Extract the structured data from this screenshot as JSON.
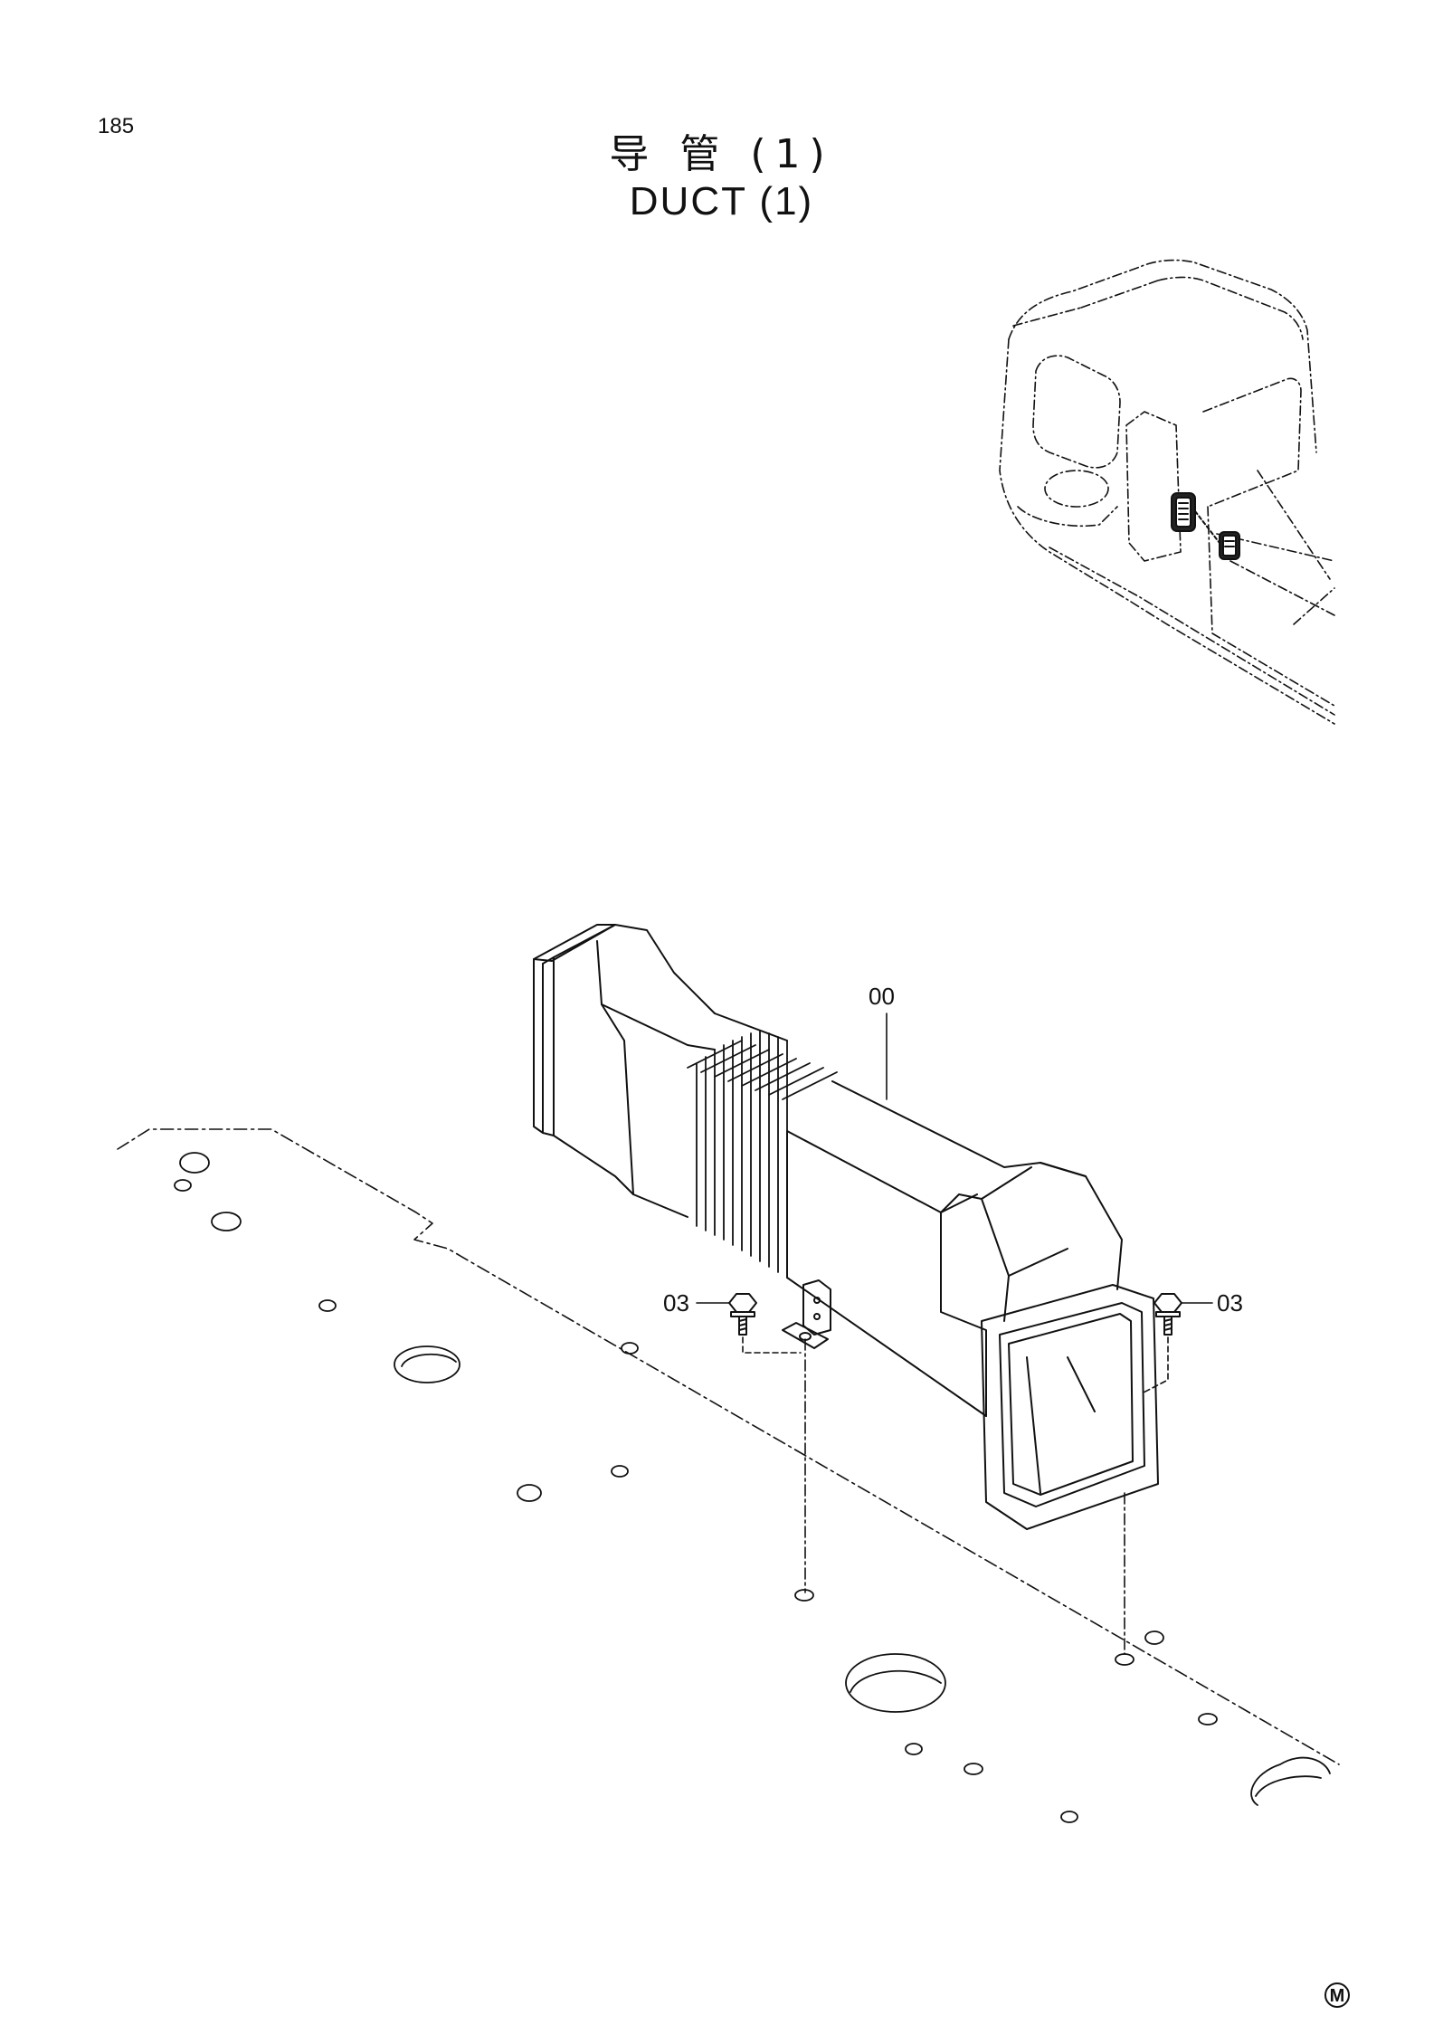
{
  "page": {
    "number": "185"
  },
  "title": {
    "chinese": "导 管 (1)",
    "english": "DUCT (1)"
  },
  "callouts": {
    "main_duct": "00",
    "bolt_left": "03",
    "bolt_right": "03"
  },
  "footer_mark": "M",
  "colors": {
    "line": "#111111",
    "background": "#ffffff"
  }
}
